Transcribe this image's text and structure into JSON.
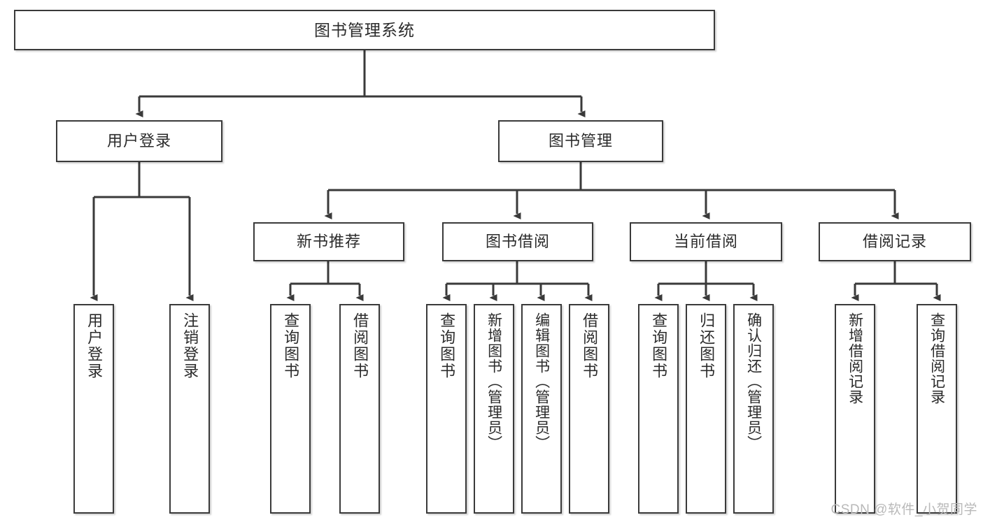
{
  "diagram": {
    "title": "图书管理系统",
    "type": "tree-hierarchy-diagram",
    "colors": {
      "box_border": "#3a3a3a",
      "box_fill": "#ffffff",
      "text": "#2b2b2b",
      "connector": "#3a3a3a",
      "watermark": "#b9b9b9"
    },
    "nodes": {
      "root": {
        "label": "图书管理系统"
      },
      "level2": [
        {
          "label": "用户登录"
        },
        {
          "label": "图书管理"
        }
      ],
      "level3": [
        {
          "label": "新书推荐"
        },
        {
          "label": "图书借阅"
        },
        {
          "label": "当前借阅"
        },
        {
          "label": "借阅记录"
        }
      ],
      "leaves": {
        "user_login": [
          {
            "label": "用户登录"
          },
          {
            "label": "注销登录"
          }
        ],
        "new_book_recommend": [
          {
            "label": "查询图书"
          },
          {
            "label": "借阅图书"
          }
        ],
        "book_borrow": [
          {
            "label": "查询图书"
          },
          {
            "label": "新增图书（管理员）"
          },
          {
            "label": "编辑图书（管理员）"
          },
          {
            "label": "借阅图书"
          }
        ],
        "current_borrow": [
          {
            "label": "查询图书"
          },
          {
            "label": "归还图书"
          },
          {
            "label": "确认归还（管理员）"
          }
        ],
        "borrow_record": [
          {
            "label": "新增借阅记录"
          },
          {
            "label": "查询借阅记录"
          }
        ]
      }
    }
  },
  "watermark": {
    "text": "CSDN @软件_小贺同学"
  }
}
